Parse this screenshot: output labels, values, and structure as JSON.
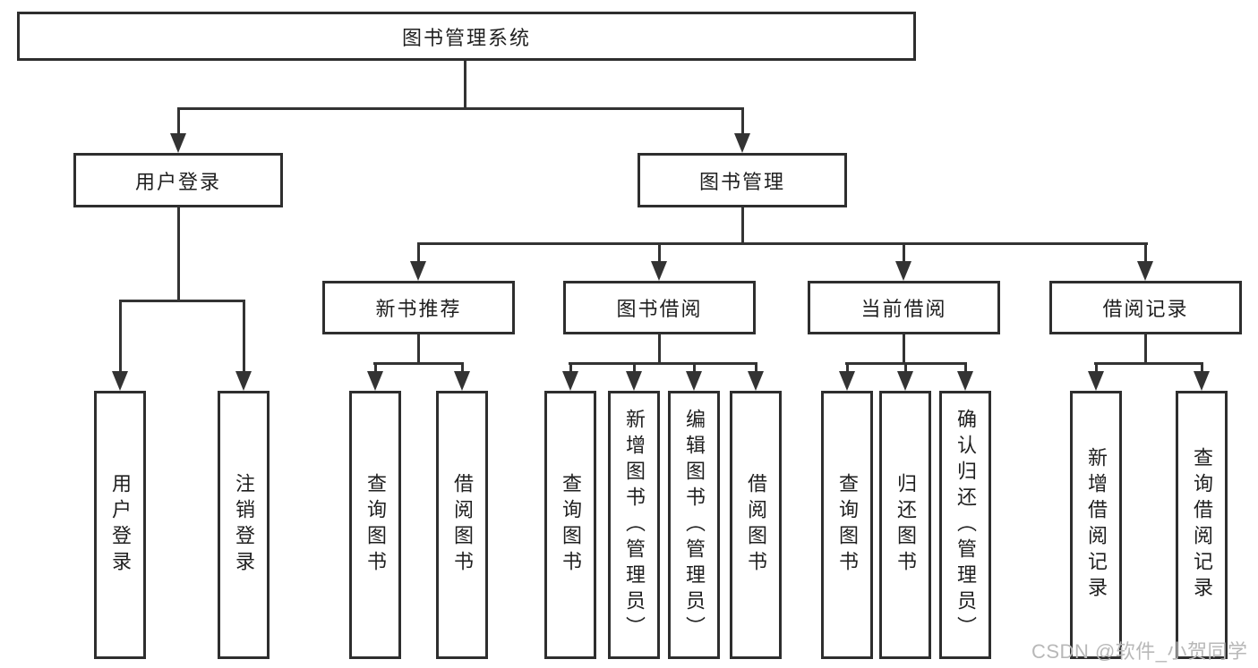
{
  "diagram_title": "图书管理系统",
  "tree": {
    "label": "图书管理系统",
    "children": [
      {
        "label": "用户登录",
        "children": [
          {
            "label": "用户登录"
          },
          {
            "label": "注销登录"
          }
        ]
      },
      {
        "label": "图书管理",
        "children": [
          {
            "label": "新书推荐",
            "children": [
              {
                "label": "查询图书"
              },
              {
                "label": "借阅图书"
              }
            ]
          },
          {
            "label": "图书借阅",
            "children": [
              {
                "label": "查询图书"
              },
              {
                "label": "新增图书（管理员）"
              },
              {
                "label": "编辑图书（管理员）"
              },
              {
                "label": "借阅图书"
              }
            ]
          },
          {
            "label": "当前借阅",
            "children": [
              {
                "label": "查询图书"
              },
              {
                "label": "归还图书"
              },
              {
                "label": "确认归还（管理员）"
              }
            ]
          },
          {
            "label": "借阅记录",
            "children": [
              {
                "label": "新增借阅记录"
              },
              {
                "label": "查询借阅记录"
              }
            ]
          }
        ]
      }
    ]
  },
  "watermark": {
    "text": "CSDN @软件_小贺同学"
  },
  "colors": {
    "line": "#333333",
    "border": "#2e2e2e",
    "text": "#1f1f1f",
    "watermark": "#b8b8b8",
    "background": "#ffffff"
  }
}
